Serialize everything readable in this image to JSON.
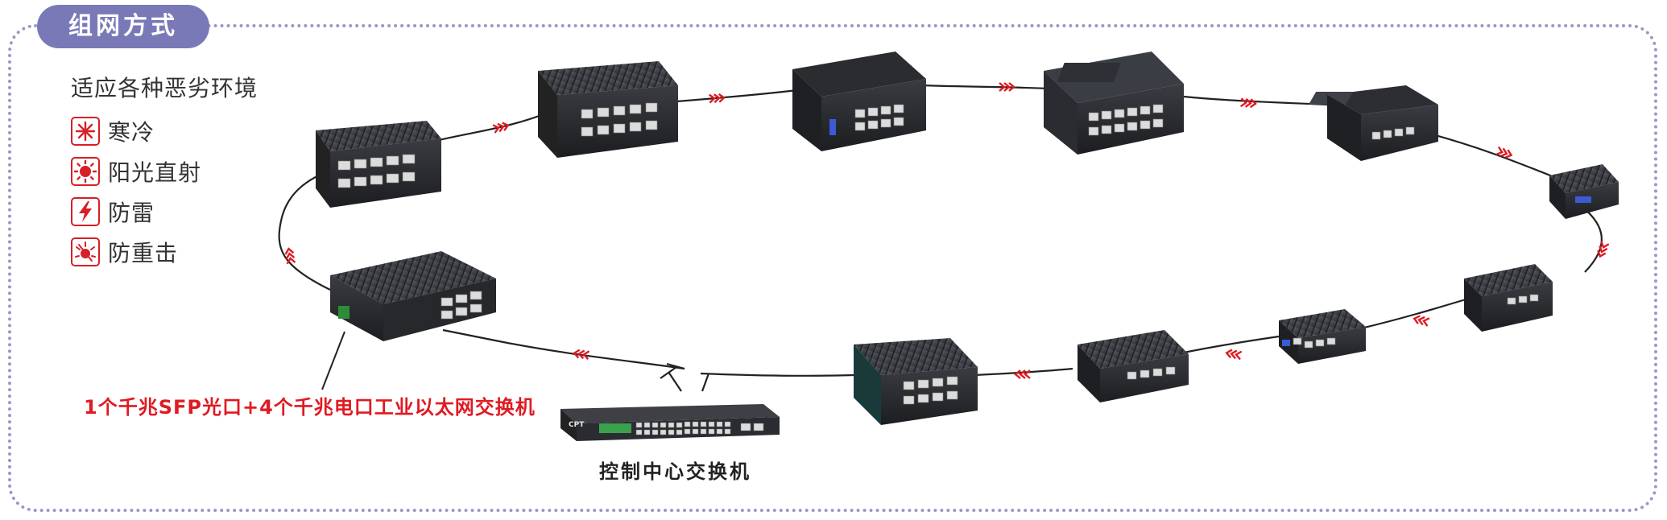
{
  "header": {
    "title": "组网方式"
  },
  "features": {
    "heading": "适应各种恶劣环境",
    "items": [
      {
        "icon": "snowflake-icon",
        "label": "寒冷"
      },
      {
        "icon": "sun-icon",
        "label": "阳光直射"
      },
      {
        "icon": "lightning-icon",
        "label": "防雷"
      },
      {
        "icon": "impact-icon",
        "label": "防重击"
      }
    ]
  },
  "callout": {
    "text": "1个千兆SFP光口+4个千兆电口工业以太网交换机"
  },
  "center_switch": {
    "label": "控制中心交换机",
    "brand": "CPT"
  },
  "colors": {
    "accent": "#7a79b8",
    "red": "#e01a22",
    "line": "#222222"
  }
}
